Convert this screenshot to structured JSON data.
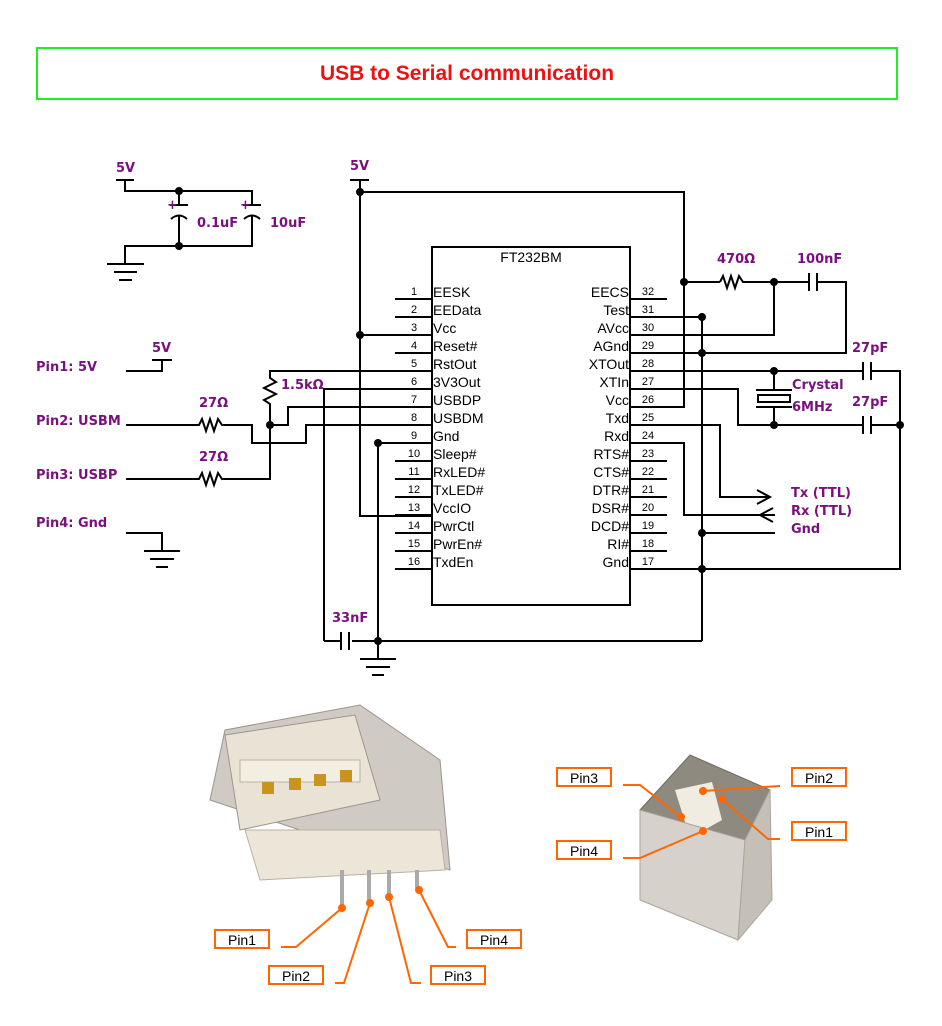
{
  "title": "USB to Serial communication",
  "colors": {
    "title": "#ee1111",
    "title_border": "#22ee22",
    "label": "#7a0f7f",
    "callout": "#ff6600"
  },
  "ic": {
    "name": "FT232BM",
    "left_pins": [
      {
        "num": "1",
        "name": "EESK"
      },
      {
        "num": "2",
        "name": "EEData"
      },
      {
        "num": "3",
        "name": "Vcc"
      },
      {
        "num": "4",
        "name": "Reset#"
      },
      {
        "num": "5",
        "name": "RstOut"
      },
      {
        "num": "6",
        "name": "3V3Out"
      },
      {
        "num": "7",
        "name": "USBDP"
      },
      {
        "num": "8",
        "name": "USBDM"
      },
      {
        "num": "9",
        "name": "Gnd"
      },
      {
        "num": "10",
        "name": "Sleep#"
      },
      {
        "num": "11",
        "name": "RxLED#"
      },
      {
        "num": "12",
        "name": "TxLED#"
      },
      {
        "num": "13",
        "name": "VccIO"
      },
      {
        "num": "14",
        "name": "PwrCtl"
      },
      {
        "num": "15",
        "name": "PwrEn#"
      },
      {
        "num": "16",
        "name": "TxdEn"
      }
    ],
    "right_pins": [
      {
        "num": "32",
        "name": "EECS"
      },
      {
        "num": "31",
        "name": "Test"
      },
      {
        "num": "30",
        "name": "AVcc"
      },
      {
        "num": "29",
        "name": "AGnd"
      },
      {
        "num": "28",
        "name": "XTOut"
      },
      {
        "num": "27",
        "name": "XTIn"
      },
      {
        "num": "26",
        "name": "Vcc"
      },
      {
        "num": "25",
        "name": "Txd"
      },
      {
        "num": "24",
        "name": "Rxd"
      },
      {
        "num": "23",
        "name": "RTS#"
      },
      {
        "num": "22",
        "name": "CTS#"
      },
      {
        "num": "21",
        "name": "DTR#"
      },
      {
        "num": "20",
        "name": "DSR#"
      },
      {
        "num": "19",
        "name": "DCD#"
      },
      {
        "num": "18",
        "name": "RI#"
      },
      {
        "num": "17",
        "name": "Gnd"
      }
    ]
  },
  "labels": {
    "supply_5v_a": "5V",
    "supply_5v_b": "5V",
    "supply_5v_c": "5V",
    "cap_01uf": "0.1uF",
    "cap_10uf": "10uF",
    "res_470": "470Ω",
    "cap_100nf": "100nF",
    "cap_27pf_a": "27pF",
    "cap_27pf_b": "27pF",
    "crystal_line1": "Crystal",
    "crystal_line2": "6MHz",
    "res_15k": "1.5kΩ",
    "res_27_a": "27Ω",
    "res_27_b": "27Ω",
    "cap_33nf": "33nF",
    "usb_pin1": "Pin1: 5V",
    "usb_pin2": "Pin2: USBM",
    "usb_pin3": "Pin3: USBP",
    "usb_pin4": "Pin4: Gnd",
    "tx_ttl": "Tx (TTL)",
    "rx_ttl": "Rx (TTL)",
    "gnd_out": "Gnd",
    "plus": "+"
  },
  "usb_a_callouts": [
    "Pin1",
    "Pin2",
    "Pin3",
    "Pin4"
  ],
  "usb_b_callouts": {
    "pin1": "Pin1",
    "pin2": "Pin2",
    "pin3": "Pin3",
    "pin4": "Pin4"
  }
}
